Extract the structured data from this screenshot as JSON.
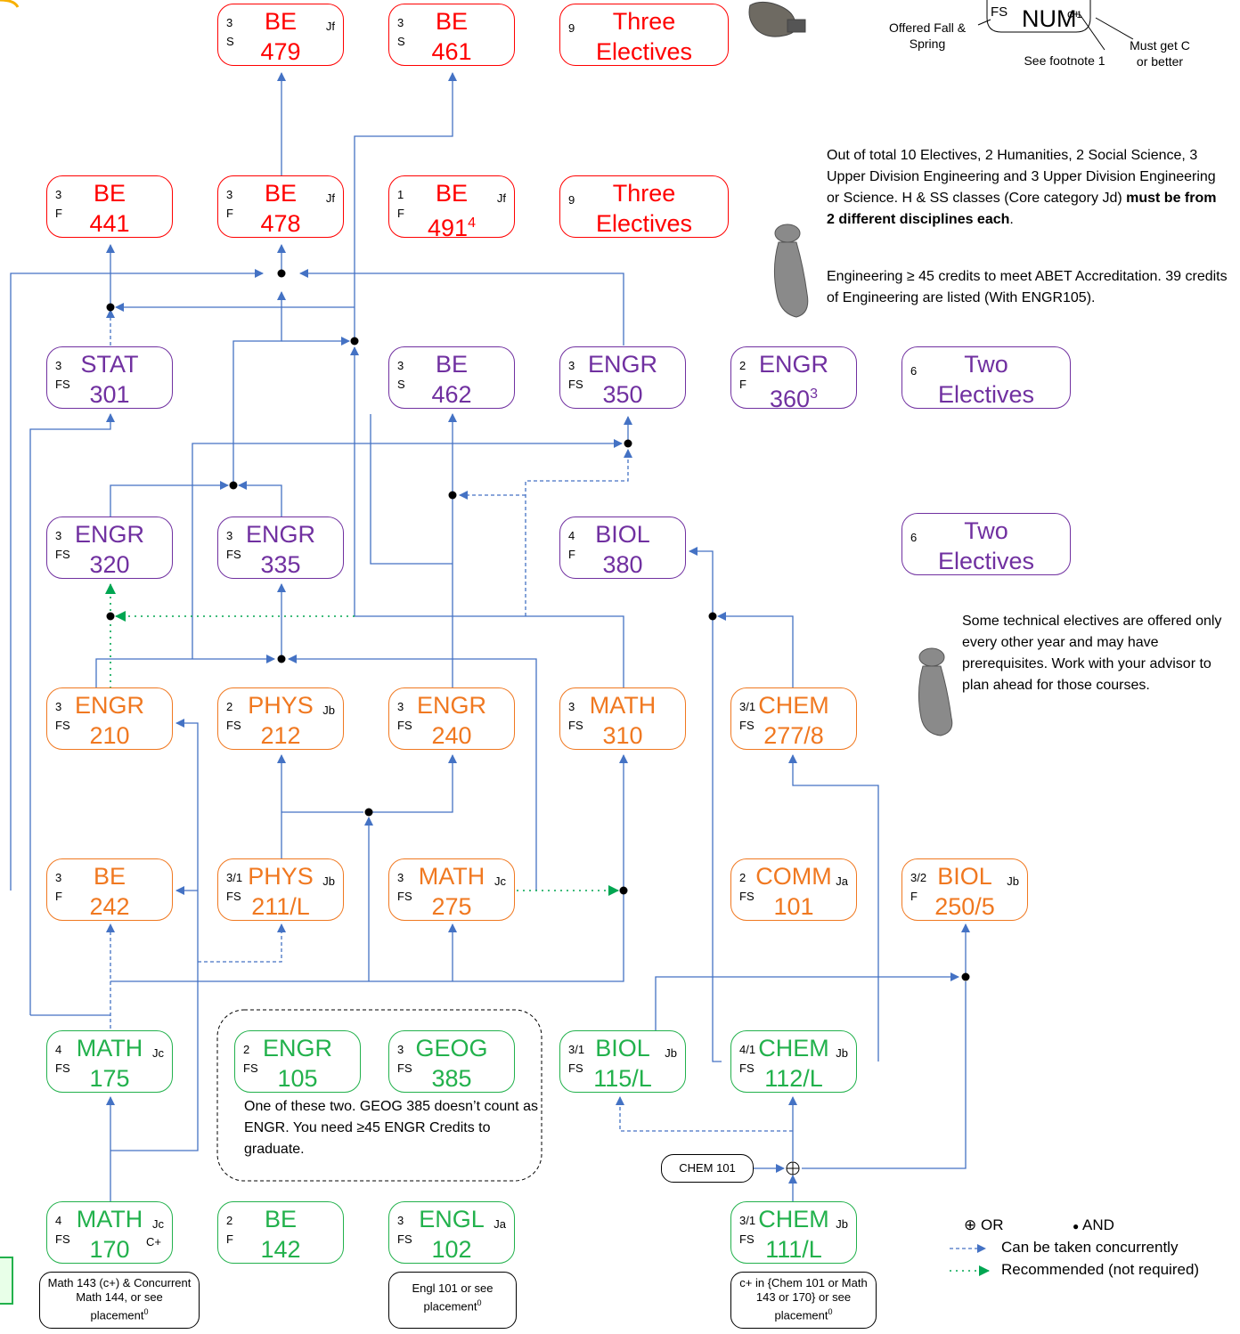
{
  "legend_key": {
    "box_offered": "FS",
    "box_num": "NUM",
    "box_note_num": "1",
    "box_grade": "c+",
    "offered_label": "Offered Fall & Spring",
    "footnote_label": "See footnote 1",
    "grade_label": "Must get C or better"
  },
  "notes": {
    "electives_text_a": "Out of total 10 Electives, 2 Humanities, 2 Social Science, 3 Upper Division Engineering and 3 Upper Division Engineering or Science. H & SS classes (Core category Jd) ",
    "electives_text_bold": "must be from 2 different disciplines each",
    "electives_text_end": ".",
    "abet_text": "Engineering ≥ 45 credits to meet ABET Accreditation. 39 credits of Engineering are listed (With ENGR105).",
    "tech_text": "Some technical electives are offered only every other year and may have prerequisites. Work with your advisor to plan ahead for those courses.",
    "geog_text": "One of these two. GEOG 385 doesn’t count as ENGR. You need ≥45 ENGR Credits to graduate."
  },
  "courses": {
    "be479": {
      "cr": "3",
      "off": "S",
      "sub": "BE",
      "num": "479",
      "core": "Jf"
    },
    "be461": {
      "cr": "3",
      "off": "S",
      "sub": "BE",
      "num": "461",
      "core": ""
    },
    "elec_top": {
      "cr": "9",
      "off": "",
      "sub": "Three",
      "num": "Electives",
      "core": ""
    },
    "be441": {
      "cr": "3",
      "off": "F",
      "sub": "BE",
      "num": "441",
      "core": ""
    },
    "be478": {
      "cr": "3",
      "off": "F",
      "sub": "BE",
      "num": "478",
      "core": "Jf"
    },
    "be491": {
      "cr": "1",
      "off": "F",
      "sub": "BE",
      "num": "491",
      "sup": "4",
      "core": "Jf"
    },
    "elec_mid": {
      "cr": "9",
      "off": "",
      "sub": "Three",
      "num": "Electives",
      "core": ""
    },
    "stat301": {
      "cr": "3",
      "off": "FS",
      "sub": "STAT",
      "num": "301",
      "core": ""
    },
    "be462": {
      "cr": "3",
      "off": "S",
      "sub": "BE",
      "num": "462",
      "core": ""
    },
    "engr350": {
      "cr": "3",
      "off": "FS",
      "sub": "ENGR",
      "num": "350",
      "core": ""
    },
    "engr360": {
      "cr": "2",
      "off": "F",
      "sub": "ENGR",
      "num": "360",
      "sup": "3",
      "core": ""
    },
    "two_elec_a": {
      "cr": "6",
      "off": "",
      "sub": "Two",
      "num": "Electives",
      "core": ""
    },
    "engr320": {
      "cr": "3",
      "off": "FS",
      "sub": "ENGR",
      "num": "320",
      "core": ""
    },
    "engr335": {
      "cr": "3",
      "off": "FS",
      "sub": "ENGR",
      "num": "335",
      "core": ""
    },
    "biol380": {
      "cr": "4",
      "off": "F",
      "sub": "BIOL",
      "num": "380",
      "core": ""
    },
    "two_elec_b": {
      "cr": "6",
      "off": "",
      "sub": "Two",
      "num": "Electives",
      "core": ""
    },
    "engr210": {
      "cr": "3",
      "off": "FS",
      "sub": "ENGR",
      "num": "210",
      "core": ""
    },
    "phys212": {
      "cr": "2",
      "off": "FS",
      "sub": "PHYS",
      "num": "212",
      "core": "Jb"
    },
    "engr240": {
      "cr": "3",
      "off": "FS",
      "sub": "ENGR",
      "num": "240",
      "core": ""
    },
    "math310": {
      "cr": "3",
      "off": "FS",
      "sub": "MATH",
      "num": "310",
      "core": ""
    },
    "chem277": {
      "cr": "3/1",
      "off": "FS",
      "sub": "CHEM",
      "num": "277/8",
      "core": ""
    },
    "be242": {
      "cr": "3",
      "off": "F",
      "sub": "BE",
      "num": "242",
      "core": ""
    },
    "phys211": {
      "cr": "3/1",
      "off": "FS",
      "sub": "PHYS",
      "num": "211/L",
      "core": "Jb"
    },
    "math275": {
      "cr": "3",
      "off": "FS",
      "sub": "MATH",
      "num": "275",
      "core": "Jc"
    },
    "comm101": {
      "cr": "2",
      "off": "FS",
      "sub": "COMM",
      "num": "101",
      "core": "Ja"
    },
    "biol250": {
      "cr": "3/2",
      "off": "F",
      "sub": "BIOL",
      "num": "250/5",
      "core": "Jb"
    },
    "math175": {
      "cr": "4",
      "off": "FS",
      "sub": "MATH",
      "num": "175",
      "core": "Jc"
    },
    "engr105": {
      "cr": "2",
      "off": "FS",
      "sub": "ENGR",
      "num": "105",
      "core": ""
    },
    "geog385": {
      "cr": "3",
      "off": "FS",
      "sub": "GEOG",
      "num": "385",
      "core": ""
    },
    "biol115": {
      "cr": "3/1",
      "off": "FS",
      "sub": "BIOL",
      "num": "115/L",
      "core": "Jb"
    },
    "chem112": {
      "cr": "4/1",
      "off": "FS",
      "sub": "CHEM",
      "num": "112/L",
      "core": "Jb"
    },
    "math170": {
      "cr": "4",
      "off": "FS",
      "sub": "MATH",
      "num": "170",
      "core": "Jc",
      "grade": "C+"
    },
    "be142": {
      "cr": "2",
      "off": "F",
      "sub": "BE",
      "num": "142",
      "core": ""
    },
    "engl102": {
      "cr": "3",
      "off": "FS",
      "sub": "ENGL",
      "num": "102",
      "core": "Ja"
    },
    "chem111": {
      "cr": "3/1",
      "off": "FS",
      "sub": "CHEM",
      "num": "111/L",
      "core": "Jb"
    }
  },
  "prereqs": {
    "math170": "Math 143 (c+) & Concurrent Math 144, or  see placement",
    "engl102": "Engl 101 or  see placement",
    "chem111": "c+ in {Chem 101 or Math 143 or 170} or see  placement",
    "chem101": "CHEM 101",
    "footnote_mark": "0"
  },
  "legend": {
    "or_symbol": "⊕",
    "or_label": "OR",
    "and_symbol": "●",
    "and_label": "AND",
    "concurrent_label": "Can be taken concurrently",
    "recommended_label": "Recommended (not required)"
  },
  "colors": {
    "year4": "#ff0000",
    "year3": "#7030a0",
    "year2": "#f07820",
    "year1": "#22b14c",
    "wire": "#4472c4",
    "recommended": "#00a651"
  }
}
